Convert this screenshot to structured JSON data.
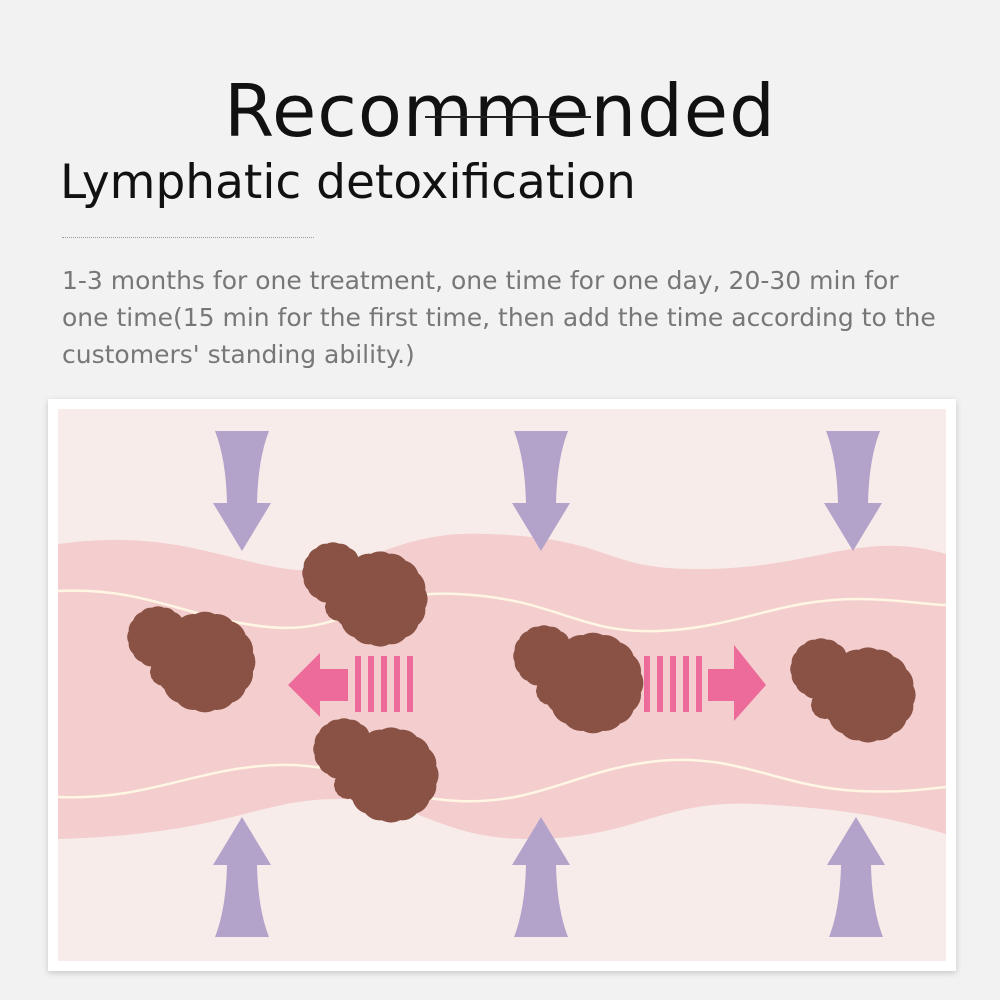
{
  "header": {
    "title": "Recommended",
    "subtitle": "Lymphatic detoxification"
  },
  "description": {
    "text": "1-3 months for one treatment, one time for one day, 20-30 min for one time(15 min for the first time, then add the time according to the customers' standing ability.)"
  },
  "illustration": {
    "colors": {
      "background": "#f7ecea",
      "vessel": "#f4cece",
      "vessel_line": "#fff6e4",
      "pressure_arrow": "#b3a3cb",
      "flow_arrow": "#ec6b9a",
      "virus": "#8a5244"
    },
    "icons": {
      "pressure": "down-arrow-icon",
      "flow": "flow-arrow-icon",
      "toxin": "virus-icon"
    }
  }
}
